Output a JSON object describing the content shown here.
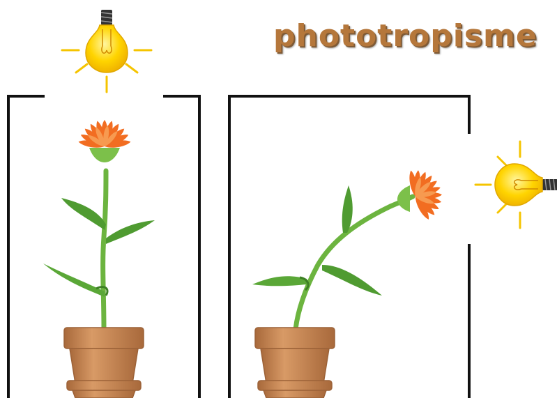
{
  "title": "phototropisme",
  "colors": {
    "petal": "#f26d21",
    "petal_light": "#f79a50",
    "stem": "#5fae3a",
    "leaf": "#4f9b31",
    "pot": "#c98a5a",
    "pot_dark": "#9c6238",
    "bulb": "#ffd400",
    "rays": "#f5c400",
    "box": "#111111",
    "title": "#b5773b"
  },
  "panels": [
    {
      "label": "",
      "light_source": "top",
      "plant_state": "upright"
    },
    {
      "label": "",
      "light_source": "right",
      "plant_state": "bent-toward-light"
    }
  ]
}
